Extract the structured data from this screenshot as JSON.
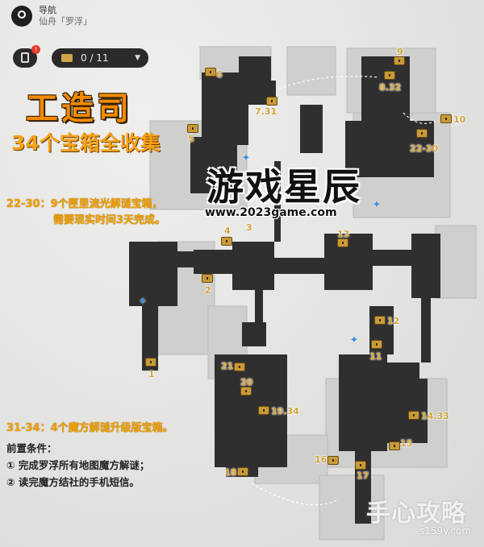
{
  "nav": {
    "title": "导航",
    "location": "仙舟「罗浮」"
  },
  "counter": {
    "text": "0 / 11"
  },
  "title": "工造司",
  "subtitle": "34个宝箱全收集",
  "notes": {
    "n1_line1": "22-30：9个匣里流光解谜宝箱，",
    "n1_line2": "需要现实时间3天完成。",
    "n2": "31-34：4个魔方解谜升级版宝箱。"
  },
  "prereq": {
    "label": "前置条件：",
    "item1": "① 完成罗浮所有地图魔方解谜；",
    "item2": "② 读完魔方结社的手机短信。"
  },
  "watermark": {
    "text": "游戏星辰",
    "url": "www.2023game.com"
  },
  "logo": {
    "text": "手心攻略",
    "url": "s159y.com"
  },
  "icons": {
    "nav": "map-pin-icon",
    "menu": "phone-icon",
    "chest": "chest-icon",
    "teleport": "teleport-anchor-icon",
    "dropdown": "chevron-down-icon"
  },
  "markers": [
    {
      "id": "m1",
      "label": "1"
    },
    {
      "id": "m2",
      "label": "2"
    },
    {
      "id": "m3",
      "label": "3"
    },
    {
      "id": "m4",
      "label": "4"
    },
    {
      "id": "m5",
      "label": "5"
    },
    {
      "id": "m6",
      "label": "6"
    },
    {
      "id": "m731",
      "label": "7.31"
    },
    {
      "id": "m832",
      "label": "8.32"
    },
    {
      "id": "m9",
      "label": "9"
    },
    {
      "id": "m10",
      "label": "10"
    },
    {
      "id": "m11",
      "label": "11"
    },
    {
      "id": "m12",
      "label": "12"
    },
    {
      "id": "m13",
      "label": "13"
    },
    {
      "id": "m1433",
      "label": "14.33"
    },
    {
      "id": "m15",
      "label": "15"
    },
    {
      "id": "m16",
      "label": "16"
    },
    {
      "id": "m17",
      "label": "17"
    },
    {
      "id": "m18",
      "label": "18"
    },
    {
      "id": "m1934",
      "label": "19.34"
    },
    {
      "id": "m20",
      "label": "20"
    },
    {
      "id": "m21",
      "label": "21"
    },
    {
      "id": "m2230",
      "label": "22-30"
    }
  ]
}
